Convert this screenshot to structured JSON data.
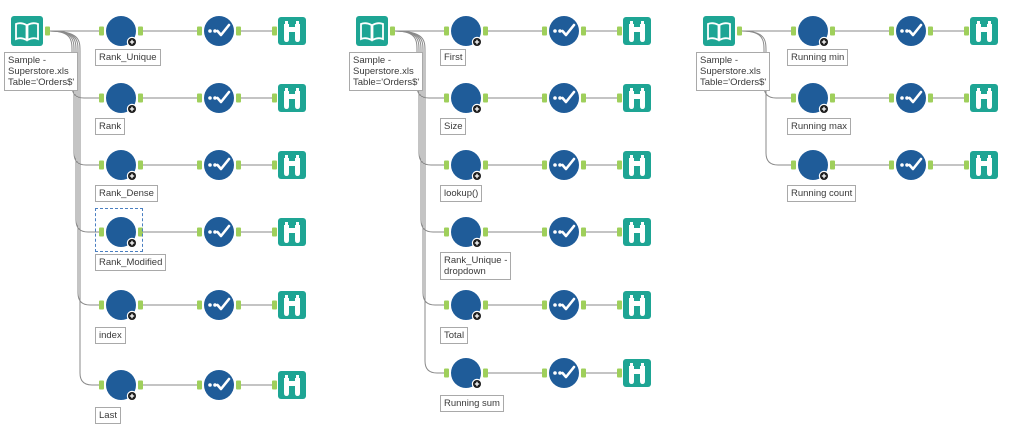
{
  "colors": {
    "tool_blue": "#1f5c99",
    "tool_teal": "#1ea594",
    "anchor_green": "#9fcf5b",
    "wire": "#8a8a8a",
    "label_border": "#a9a9a9"
  },
  "icons": {
    "input": "input-data-book-icon",
    "formula": "multi-row-formula-icon",
    "select": "select-checkmark-icon",
    "browse": "browse-binoculars-icon"
  },
  "workflows": [
    {
      "input_label": "Sample -\nSuperstore.xls\nTable='Orders$'",
      "rows": [
        {
          "label": "Rank_Unique"
        },
        {
          "label": "Rank"
        },
        {
          "label": "Rank_Dense"
        },
        {
          "label": "Rank_Modified",
          "selected": true
        },
        {
          "label": "index"
        },
        {
          "label": "Last"
        }
      ]
    },
    {
      "input_label": "Sample -\nSuperstore.xls\nTable='Orders$'",
      "rows": [
        {
          "label": "First"
        },
        {
          "label": "Size"
        },
        {
          "label": "lookup()"
        },
        {
          "label": "Rank_Unique -\ndropdown"
        },
        {
          "label": "Total"
        },
        {
          "label": "Running sum"
        }
      ]
    },
    {
      "input_label": "Sample -\nSuperstore.xls\nTable='Orders$'",
      "rows": [
        {
          "label": "Running min"
        },
        {
          "label": "Running max"
        },
        {
          "label": "Running count"
        }
      ]
    }
  ]
}
